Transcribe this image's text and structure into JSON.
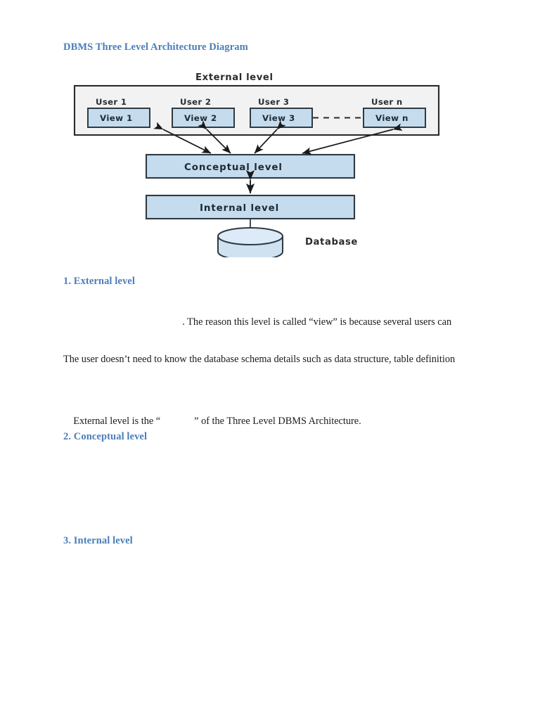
{
  "document": {
    "title": "DBMS Three Level Architecture Diagram"
  },
  "diagram": {
    "caption_top": "External level",
    "users": [
      {
        "user_label": "User 1",
        "view_label": "View 1"
      },
      {
        "user_label": "User 2",
        "view_label": "View 2"
      },
      {
        "user_label": "User 3",
        "view_label": "View 3"
      },
      {
        "user_label": "User n",
        "view_label": "View n"
      }
    ],
    "conceptual_label": "Conceptual level",
    "internal_label": "Internal level",
    "database_label": "Database",
    "colors": {
      "box_fill": "#c5dcee",
      "box_stroke": "#2f3a42",
      "container_fill": "#f2f2f2",
      "container_stroke": "#2b2b2b",
      "arrow": "#1a1a1a",
      "cylinder_fill": "#cfe2f1",
      "cylinder_top": "#dcebf7"
    }
  },
  "sections": [
    {
      "id": "sec-1",
      "heading": "1. External level",
      "paragraph_prefix": "",
      "paragraph": ". The reason this level is called “view” is because several users can"
    },
    {
      "id": "sec-2",
      "heading": "2. Conceptual level"
    },
    {
      "id": "sec-3",
      "heading": "3. Internal level"
    }
  ],
  "paragraphs": {
    "p1": ". The reason this level is called “view” is because several users can",
    "p2": "The user doesn’t need to know the database schema details such as data structure, table definition",
    "p3_before": "External level is the “",
    "p3_after": "” of the Three Level DBMS Architecture."
  },
  "theme": {
    "heading_color": "#4a7ebb",
    "body_color": "#1a1a1a",
    "page_background": "#ffffff"
  }
}
